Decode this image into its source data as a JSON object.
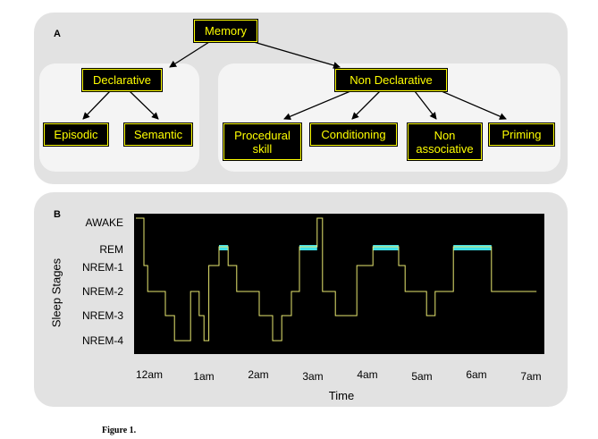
{
  "panel_a": {
    "letter": "A",
    "nodes": {
      "memory": "Memory",
      "declarative": "Declarative",
      "non_declarative": "Non Declarative",
      "episodic": "Episodic",
      "semantic": "Semantic",
      "procedural": "Procedural skill",
      "conditioning": "Conditioning",
      "non_associative": "Non associative",
      "priming": "Priming"
    }
  },
  "panel_b": {
    "letter": "B"
  },
  "chart_data": {
    "type": "line",
    "title": "",
    "xlabel": "Time",
    "ylabel": "Sleep Stages",
    "x_ticks": [
      "12am",
      "1am",
      "2am",
      "3am",
      "4am",
      "5am",
      "6am",
      "7am"
    ],
    "y_categories": [
      "AWAKE",
      "REM",
      "NREM-1",
      "NREM-2",
      "NREM-3",
      "NREM-4"
    ],
    "xlim": [
      0,
      7.5
    ],
    "line_color": "#e8e870",
    "rem_color": "#40e0e8",
    "background": "#000000",
    "hypnogram": [
      [
        0.0,
        "AWAKE"
      ],
      [
        0.15,
        "NREM-1"
      ],
      [
        0.22,
        "NREM-2"
      ],
      [
        0.55,
        "NREM-3"
      ],
      [
        0.72,
        "NREM-4"
      ],
      [
        1.02,
        "NREM-2"
      ],
      [
        1.18,
        "NREM-3"
      ],
      [
        1.27,
        "NREM-4"
      ],
      [
        1.36,
        "NREM-1"
      ],
      [
        1.55,
        "REM"
      ],
      [
        1.72,
        "NREM-1"
      ],
      [
        1.88,
        "NREM-2"
      ],
      [
        2.3,
        "NREM-3"
      ],
      [
        2.55,
        "NREM-4"
      ],
      [
        2.72,
        "NREM-3"
      ],
      [
        2.9,
        "NREM-2"
      ],
      [
        3.05,
        "REM"
      ],
      [
        3.38,
        "AWAKE"
      ],
      [
        3.48,
        "NREM-2"
      ],
      [
        3.72,
        "NREM-3"
      ],
      [
        4.12,
        "NREM-1"
      ],
      [
        4.42,
        "REM"
      ],
      [
        4.9,
        "NREM-1"
      ],
      [
        5.02,
        "NREM-2"
      ],
      [
        5.42,
        "NREM-3"
      ],
      [
        5.58,
        "NREM-2"
      ],
      [
        5.92,
        "REM"
      ],
      [
        6.63,
        "NREM-2"
      ],
      [
        7.47,
        "NREM-2"
      ]
    ],
    "rem_periods": [
      [
        1.55,
        1.72
      ],
      [
        3.05,
        3.38
      ],
      [
        4.42,
        4.9
      ],
      [
        5.92,
        6.63
      ]
    ]
  },
  "caption": "Figure 1."
}
